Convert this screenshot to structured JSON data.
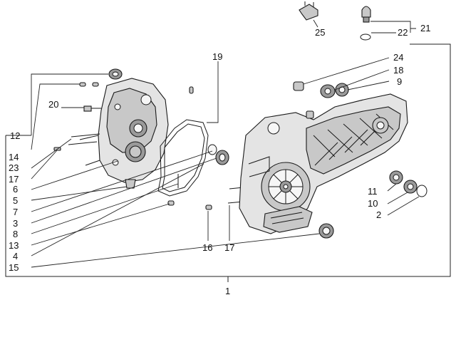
{
  "diagram": {
    "callouts": {
      "c1": "1",
      "c2": "2",
      "c3": "3",
      "c4": "4",
      "c5": "5",
      "c6": "6",
      "c7": "7",
      "c8": "8",
      "c9": "9",
      "c10": "10",
      "c11": "11",
      "c12": "12",
      "c13": "13",
      "c14": "14",
      "c15": "15",
      "c16": "16",
      "c17a": "17",
      "c17b": "17",
      "c18": "18",
      "c19": "19",
      "c20": "20",
      "c21": "21",
      "c22": "22",
      "c23": "23",
      "c24": "24",
      "c25": "25"
    }
  }
}
